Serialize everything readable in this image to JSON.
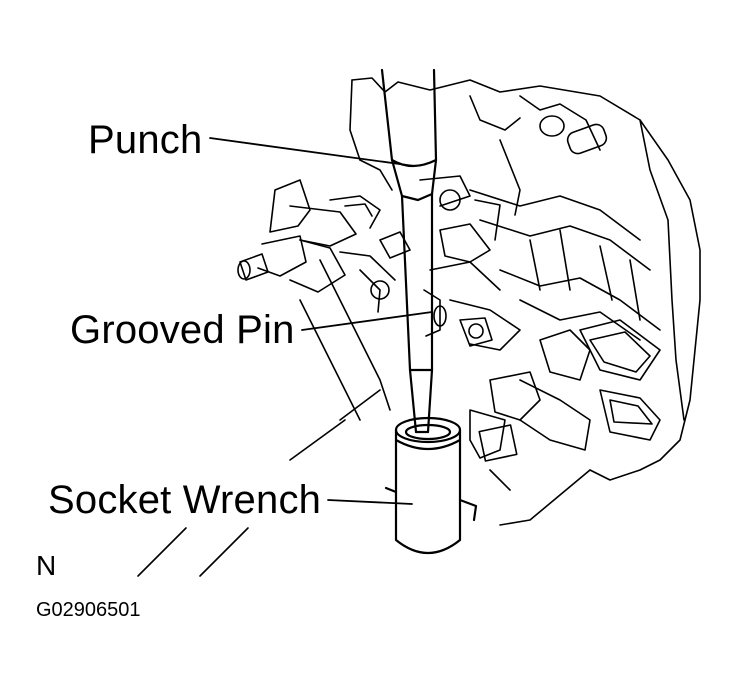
{
  "labels": {
    "punch": "Punch",
    "grooved_pin": "Grooved Pin",
    "socket_wrench": "Socket Wrench",
    "direction": "N",
    "figure_code": "G02906501"
  },
  "colors": {
    "line": "#000000",
    "background": "#ffffff"
  }
}
